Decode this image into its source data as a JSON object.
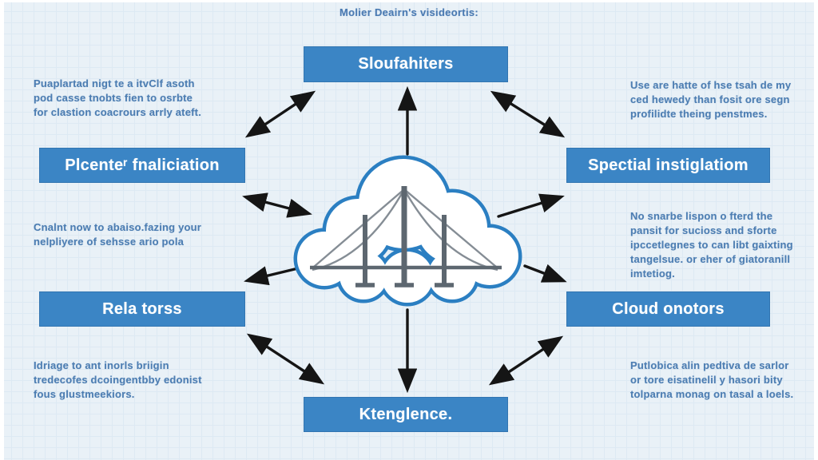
{
  "title": "Molier Deairn's visideortis:",
  "nodes": {
    "top": {
      "label": "Sloufahiters"
    },
    "upper_left": {
      "label": "Plcenteʳ fnaliciation"
    },
    "upper_right": {
      "label": "Spectial instiglatiom"
    },
    "lower_left": {
      "label": "Rela torss"
    },
    "lower_right": {
      "label": "Cloud onotors"
    },
    "bottom": {
      "label": "Ktenglence."
    }
  },
  "notes": {
    "top_left": "Puaplartad nigt te a itvClf asoth\npod casse tnobts fien to osrbte\nfor clastion coacrours arrly ateft.",
    "top_right": "Use are hatte of hse tsah de my\nced hewedy than fosit ore segn\nprofilidte theing penstmes.",
    "mid_left": "Cnalnt now to abaiso.fazing your\nnelpliyere of sehsse ario pola",
    "mid_right": "No snarbe lispon o fterd the\npansit for sucioss and sforte\nipccetlegnes to can libt gaixting\ntangelsue. or eher of giatoranill\nimtetiog.",
    "bottom_left": "Idriage to ant inorls briigin\ntredecofes dcoingentbby edonist\nfous glustmeekiors.",
    "bottom_right": "Putlobica alin pedtiva de sarlor\nor tore eisatinelil y hasori bity\ntolparna monag on tasal a loels."
  },
  "icon": {
    "name": "cloud-bridge",
    "cloud_outline": "#2b7fc2",
    "bridge_color": "#5d6770"
  },
  "colors": {
    "node_bg": "#3b85c5",
    "node_text": "#ffffff",
    "note_text": "#4c7db2",
    "background": "#e9f1f7",
    "arrow": "#151515"
  }
}
